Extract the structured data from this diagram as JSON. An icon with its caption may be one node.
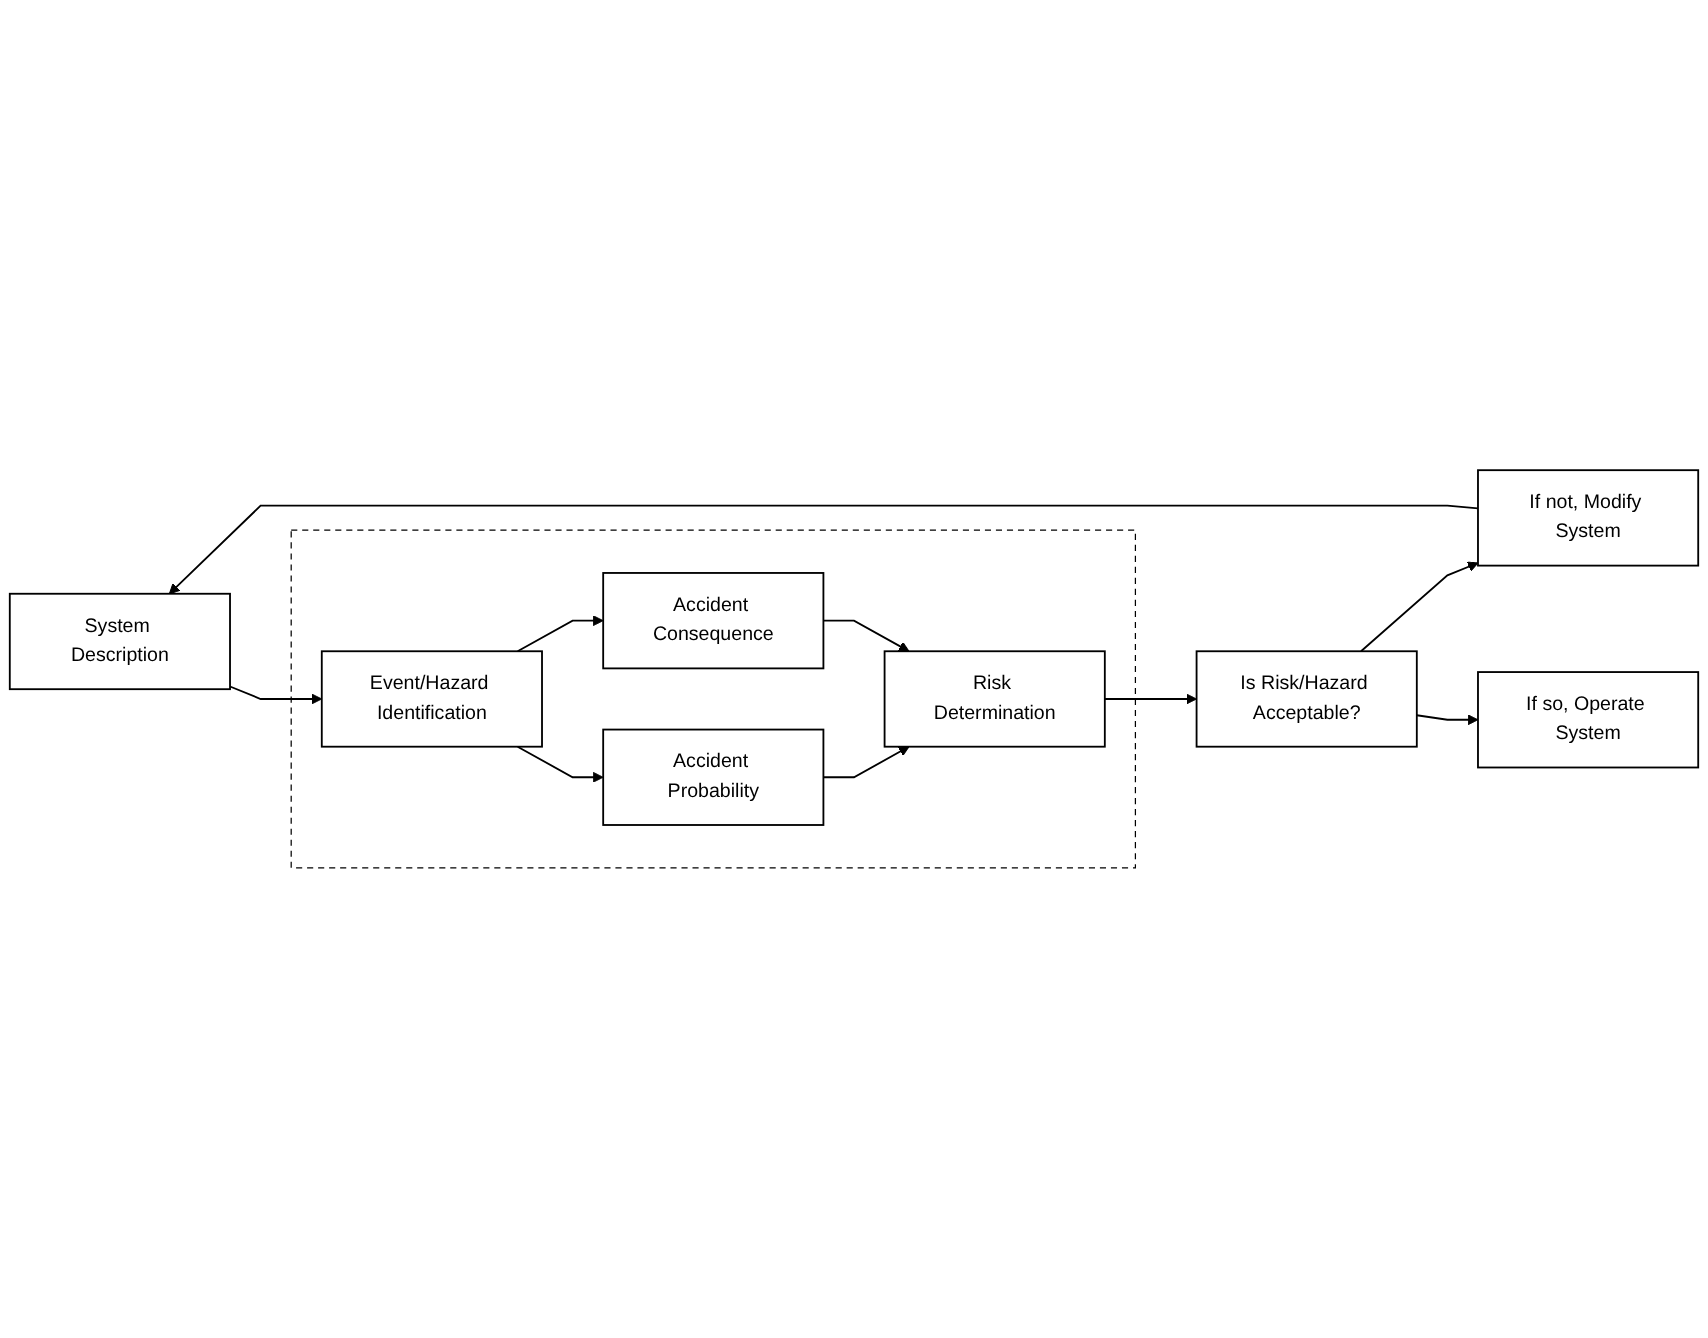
{
  "diagram": {
    "nodes": [
      {
        "text": [
          "System Description"
        ]
      },
      {
        "text": [],
        "shape": "box"
      },
      {
        "text": [
          "Event/Hazard Identification"
        ],
        "in": 1
      },
      {
        "text": [
          "Accident Probability"
        ],
        "in": 1
      },
      {
        "text": [
          "Accident Consequence"
        ],
        "in": 1
      },
      {
        "text": [
          "Risk Determination"
        ],
        "in": 1
      },
      {
        "text": [
          "If not, Modify System"
        ]
      },
      {
        "text": [
          "Is Risk/Hazard Acceptable?"
        ]
      },
      {
        "text": [
          "If so, Operate System"
        ]
      }
    ],
    "edges": [
      {
        "from": 0,
        "to": 2,
        "arrow": "to"
      },
      {
        "from": 2,
        "to": 3,
        "arrow": "to"
      },
      {
        "from": 2,
        "to": 4,
        "arrow": "to"
      },
      {
        "from": 3,
        "to": 5,
        "arrow": "to"
      },
      {
        "from": 4,
        "to": 5,
        "arrow": "to"
      },
      {
        "from": 5,
        "to": 7,
        "arrow": "to"
      },
      {
        "from": 7,
        "to": 6,
        "arrow": "to"
      },
      {
        "from": 6,
        "to": 0,
        "arrow": "to"
      },
      {
        "from": 7,
        "to": 8,
        "arrow": "to"
      }
    ]
  }
}
